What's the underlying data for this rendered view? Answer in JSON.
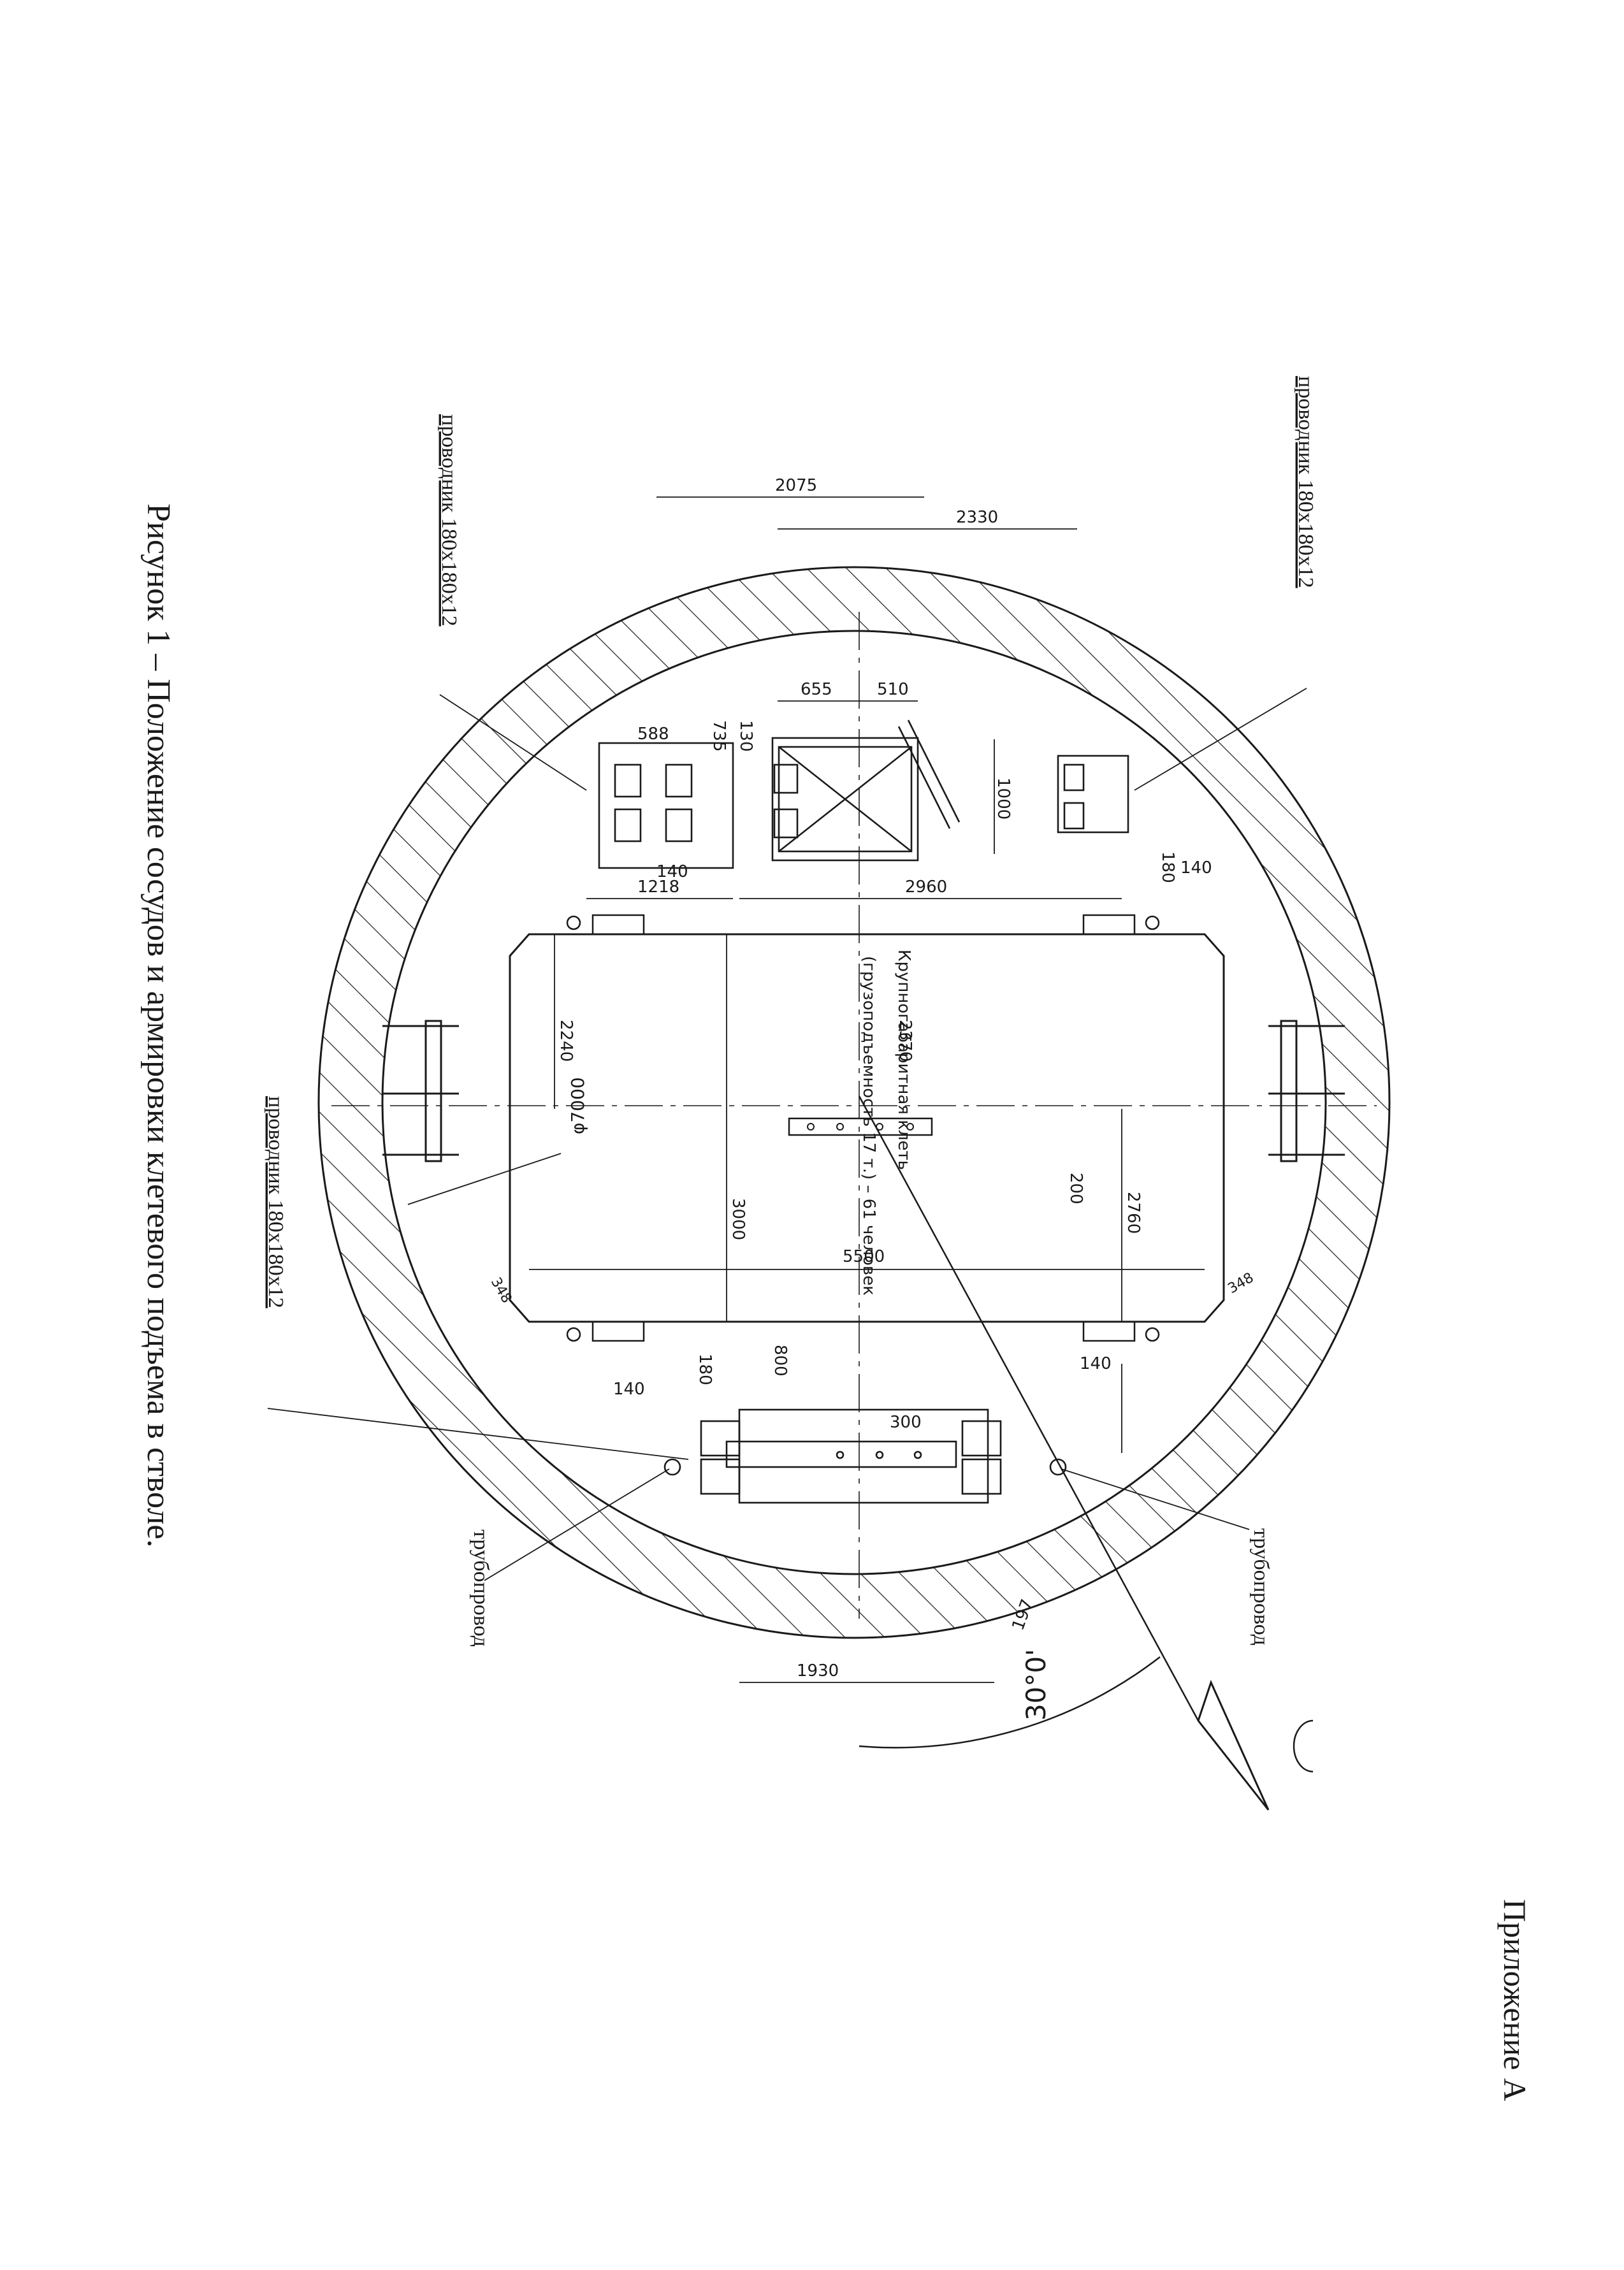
{
  "appendix": "Приложение А",
  "caption": "Рисунок 1 – Положение сосудов и армировки клетевого подъема в стволе.",
  "labels": {
    "guide_top_right": "проводник 180х180х12",
    "guide_top_left": "проводник 180х180х12",
    "guide_middle_left": "проводник 180х180х12",
    "pipeline_left": "трубопровод",
    "pipeline_right": "трубопровод",
    "cage_name": "Крупногабаритная клеть",
    "cage_capacity": "(грузоподъемность 17 т.) – 61 человек",
    "shaft_diameter": "φ7000",
    "angle": "30°0'"
  },
  "dimensions": {
    "d2075": "2075",
    "d2330": "2330",
    "d655": "655",
    "d510": "510",
    "d1000": "1000",
    "d588": "588",
    "d735": "735",
    "d130": "130",
    "d140_a": "140",
    "d1218": "1218",
    "d2960": "2960",
    "d180_a": "180",
    "d140_b": "140",
    "d2240": "2240",
    "d2370": "2370",
    "d3000": "3000",
    "d200": "200",
    "d5500": "5500",
    "d2760": "2760",
    "d348_a": "348",
    "d348_b": "348",
    "d140_c": "140",
    "d180_b": "180",
    "d800": "800",
    "d140_d": "140",
    "d300": "300",
    "d197": "197",
    "d1930": "1930"
  }
}
